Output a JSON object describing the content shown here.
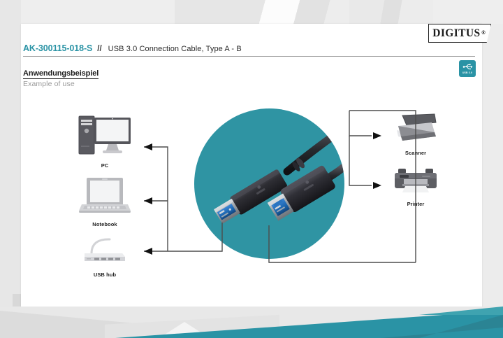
{
  "header": {
    "brand_logo_text": "DIGITUS",
    "brand_logo_mark": "®",
    "sku": "AK-300115-018-S",
    "separator": "//",
    "product_description": "USB 3.0 Connection Cable, Type A - B",
    "badge": {
      "icon": "usb-trident-icon",
      "label": "USB 3.0"
    }
  },
  "section": {
    "heading_de": "Anwendungsbeispiel",
    "heading_en": "Example of use"
  },
  "diagram": {
    "center": {
      "icon": "usb-cable-image",
      "connector_a": "USB Type A",
      "connector_b": "USB Type B",
      "circle_color": "#2f94a3"
    },
    "source_devices": [
      {
        "id": "pc",
        "label": "PC",
        "icon": "desktop-computer-icon"
      },
      {
        "id": "notebook",
        "label": "Notebook",
        "icon": "laptop-icon"
      },
      {
        "id": "usb-hub",
        "label": "USB hub",
        "icon": "usb-hub-icon"
      }
    ],
    "target_devices": [
      {
        "id": "scanner",
        "label": "Scanner",
        "icon": "flatbed-scanner-icon"
      },
      {
        "id": "printer",
        "label": "Printer",
        "icon": "printer-icon"
      }
    ]
  },
  "colors": {
    "accent_teal": "#2a93a5",
    "circle_teal": "#2f94a3",
    "usb3_blue": "#1b6bb5",
    "text_dark": "#1c1c1c",
    "text_muted": "#9a9a9a"
  }
}
